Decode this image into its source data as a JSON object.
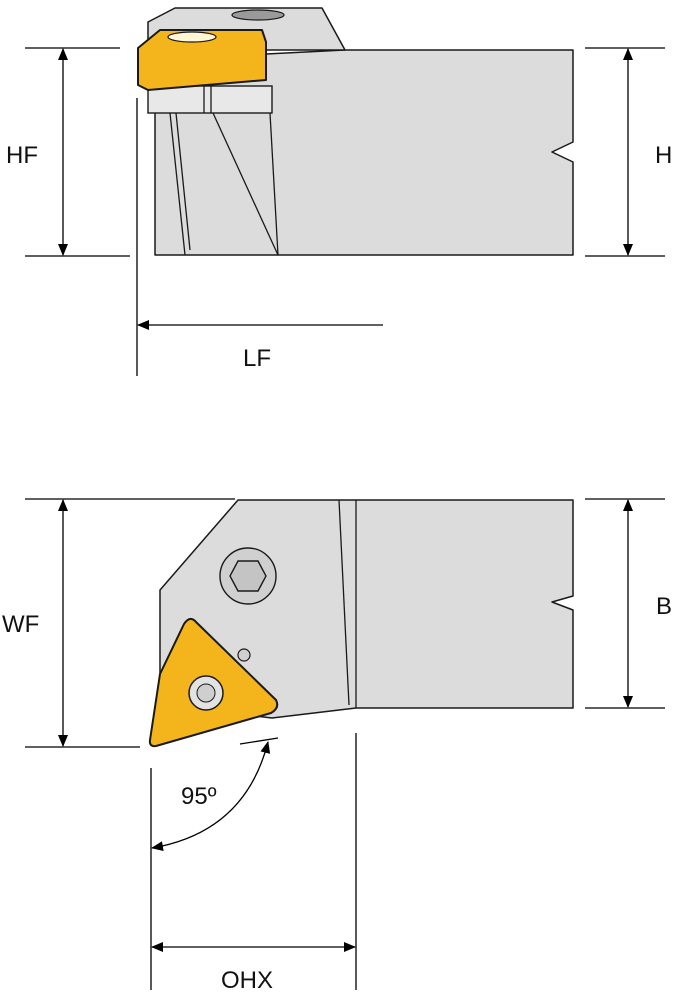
{
  "labels": {
    "hf": "HF",
    "h": "H",
    "lf": "LF",
    "wf": "WF",
    "b": "B",
    "angle": "95º",
    "ohx": "OHX"
  },
  "colors": {
    "insert": "#f4b51c",
    "body": "#dcdcdc",
    "line": "#1a1a1a"
  }
}
